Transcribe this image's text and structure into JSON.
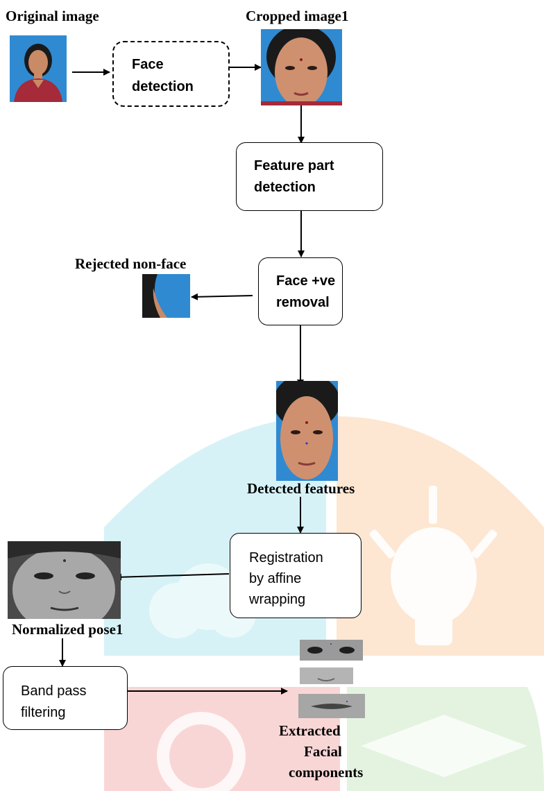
{
  "labels": {
    "original_image": "Original image",
    "cropped_image": "Cropped image1",
    "rejected_non_face": "Rejected non-face",
    "detected_features": "Detected features",
    "normalized_pose": "Normalized pose1",
    "extracted_line1": "Extracted",
    "extracted_line2": "Facial",
    "extracted_line3": "components"
  },
  "boxes": {
    "face_detection": [
      "Face",
      "detection"
    ],
    "feature_part_detection": [
      "Feature part",
      "detection"
    ],
    "face_ve_removal": [
      "Face +ve",
      "removal"
    ],
    "registration": [
      "Registration",
      "by affine",
      "wrapping"
    ],
    "band_pass": [
      "Band pass",
      "filtering"
    ]
  },
  "colors": {
    "watermark_teal": "#d6f2f7",
    "watermark_orange": "#fde7d2",
    "watermark_red": "#f9d6d6",
    "watermark_green": "#e3f3df",
    "photo_bg_blue": "#2a82c9",
    "skin": "#c98a66",
    "dress": "#a52a3a"
  }
}
